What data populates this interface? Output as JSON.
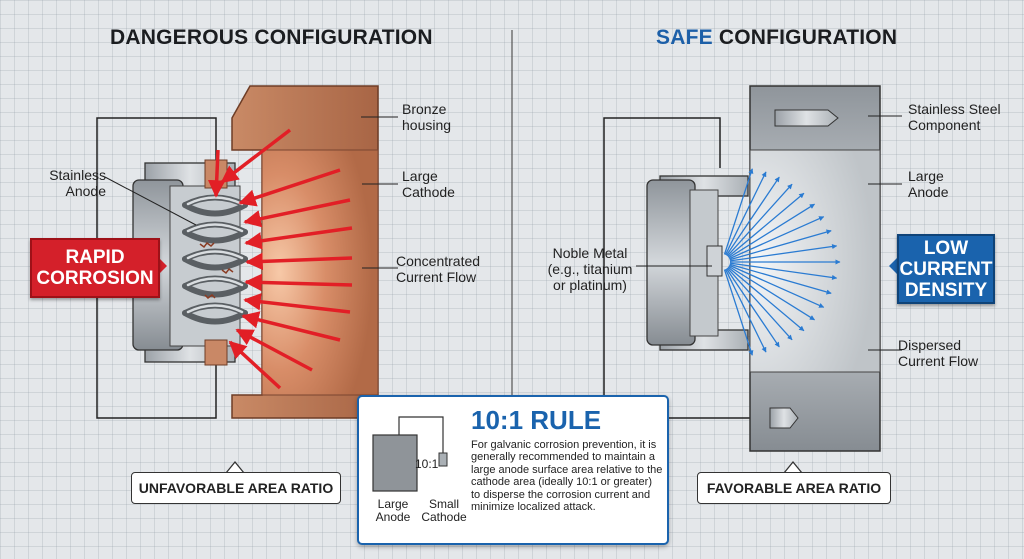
{
  "left": {
    "heading": "DANGEROUS CONFIGURATION",
    "labels": {
      "bronze_housing": "Bronze\nhousing",
      "stainless_anode": "Stainless\nAnode",
      "large_cathode": "Large\nCathode",
      "concentrated_flow": "Concentrated\nCurrent Flow"
    },
    "badge": "RAPID\nCORROSION",
    "ratio": "UNFAVORABLE AREA RATIO"
  },
  "right": {
    "heading_accent": "SAFE",
    "heading_rest": " CONFIGURATION",
    "labels": {
      "stainless_component": "Stainless Steel\nComponent",
      "large_anode": "Large\nAnode",
      "noble_metal": "Noble Metal\n(e.g., titanium\nor platinum)",
      "dispersed_flow": "Dispersed\nCurrent Flow"
    },
    "badge": "LOW\nCURRENT\nDENSITY",
    "ratio": "FAVORABLE AREA RATIO"
  },
  "rule": {
    "title": "10:1 RULE",
    "text": "For galvanic corrosion prevention, it is generally recommended to maintain a large anode surface area relative to the cathode area (ideally 10:1 or greater) to disperse the corrosion current and minimize localized attack.",
    "ratio_label": "10:1",
    "large_anode": "Large\nAnode",
    "small_cathode": "Small\nCathode"
  },
  "colors": {
    "danger_red": "#d4202a",
    "safe_blue": "#1a63ad",
    "bronze": "#b87352",
    "steel": "#a9aeb3"
  }
}
